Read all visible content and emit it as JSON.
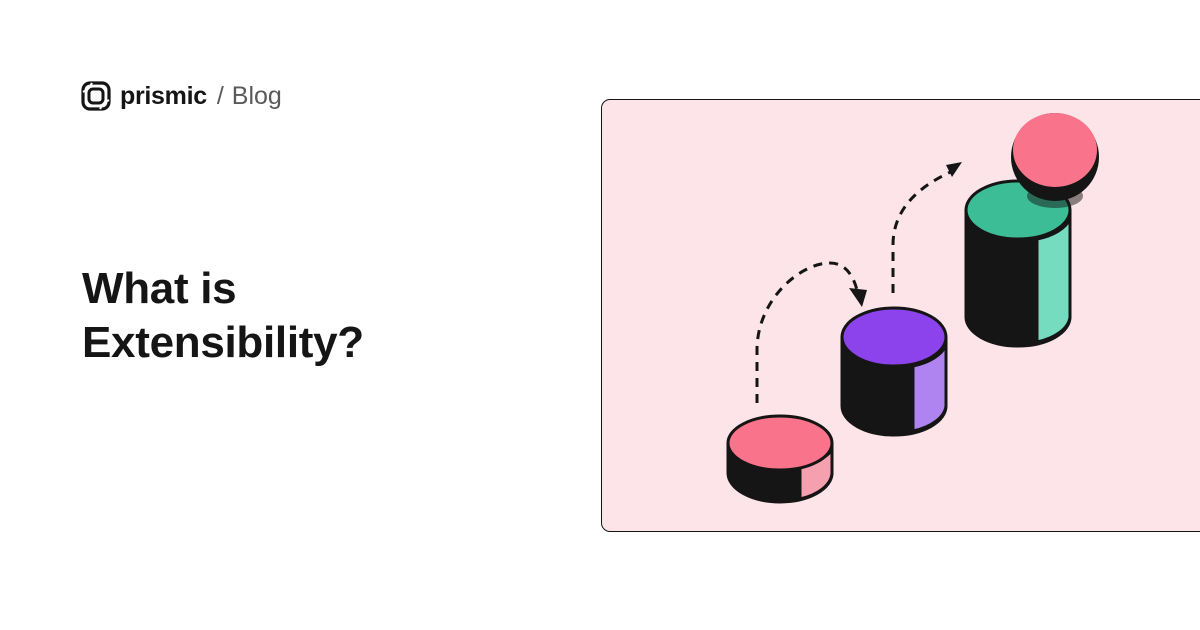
{
  "brand": {
    "name": "prismic",
    "separator": "/",
    "section": "Blog"
  },
  "article": {
    "title_line1": "What is",
    "title_line2": "Extensibility?"
  },
  "colors": {
    "card_bg": "#fde4e8",
    "pink": "#f9738a",
    "purple": "#8c43eb",
    "green": "#3dbd96",
    "ink": "#151515"
  }
}
